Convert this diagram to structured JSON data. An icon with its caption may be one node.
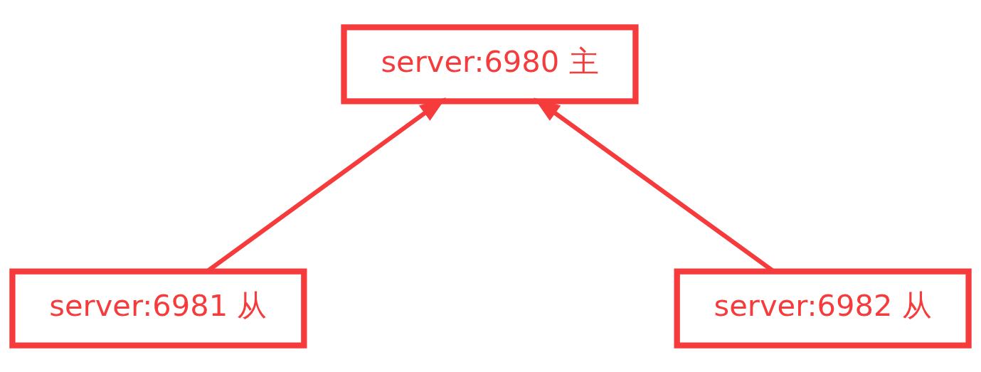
{
  "diagram": {
    "nodes": [
      {
        "text": [
          "server:6980 主"
        ]
      },
      {
        "text": [
          "server:6981 从"
        ]
      },
      {
        "text": [
          "server:6982 从"
        ]
      }
    ],
    "edges": [
      {
        "from": 1,
        "to": 0,
        "arrow": "to"
      },
      {
        "from": 2,
        "to": 0,
        "arrow": "to"
      }
    ]
  }
}
